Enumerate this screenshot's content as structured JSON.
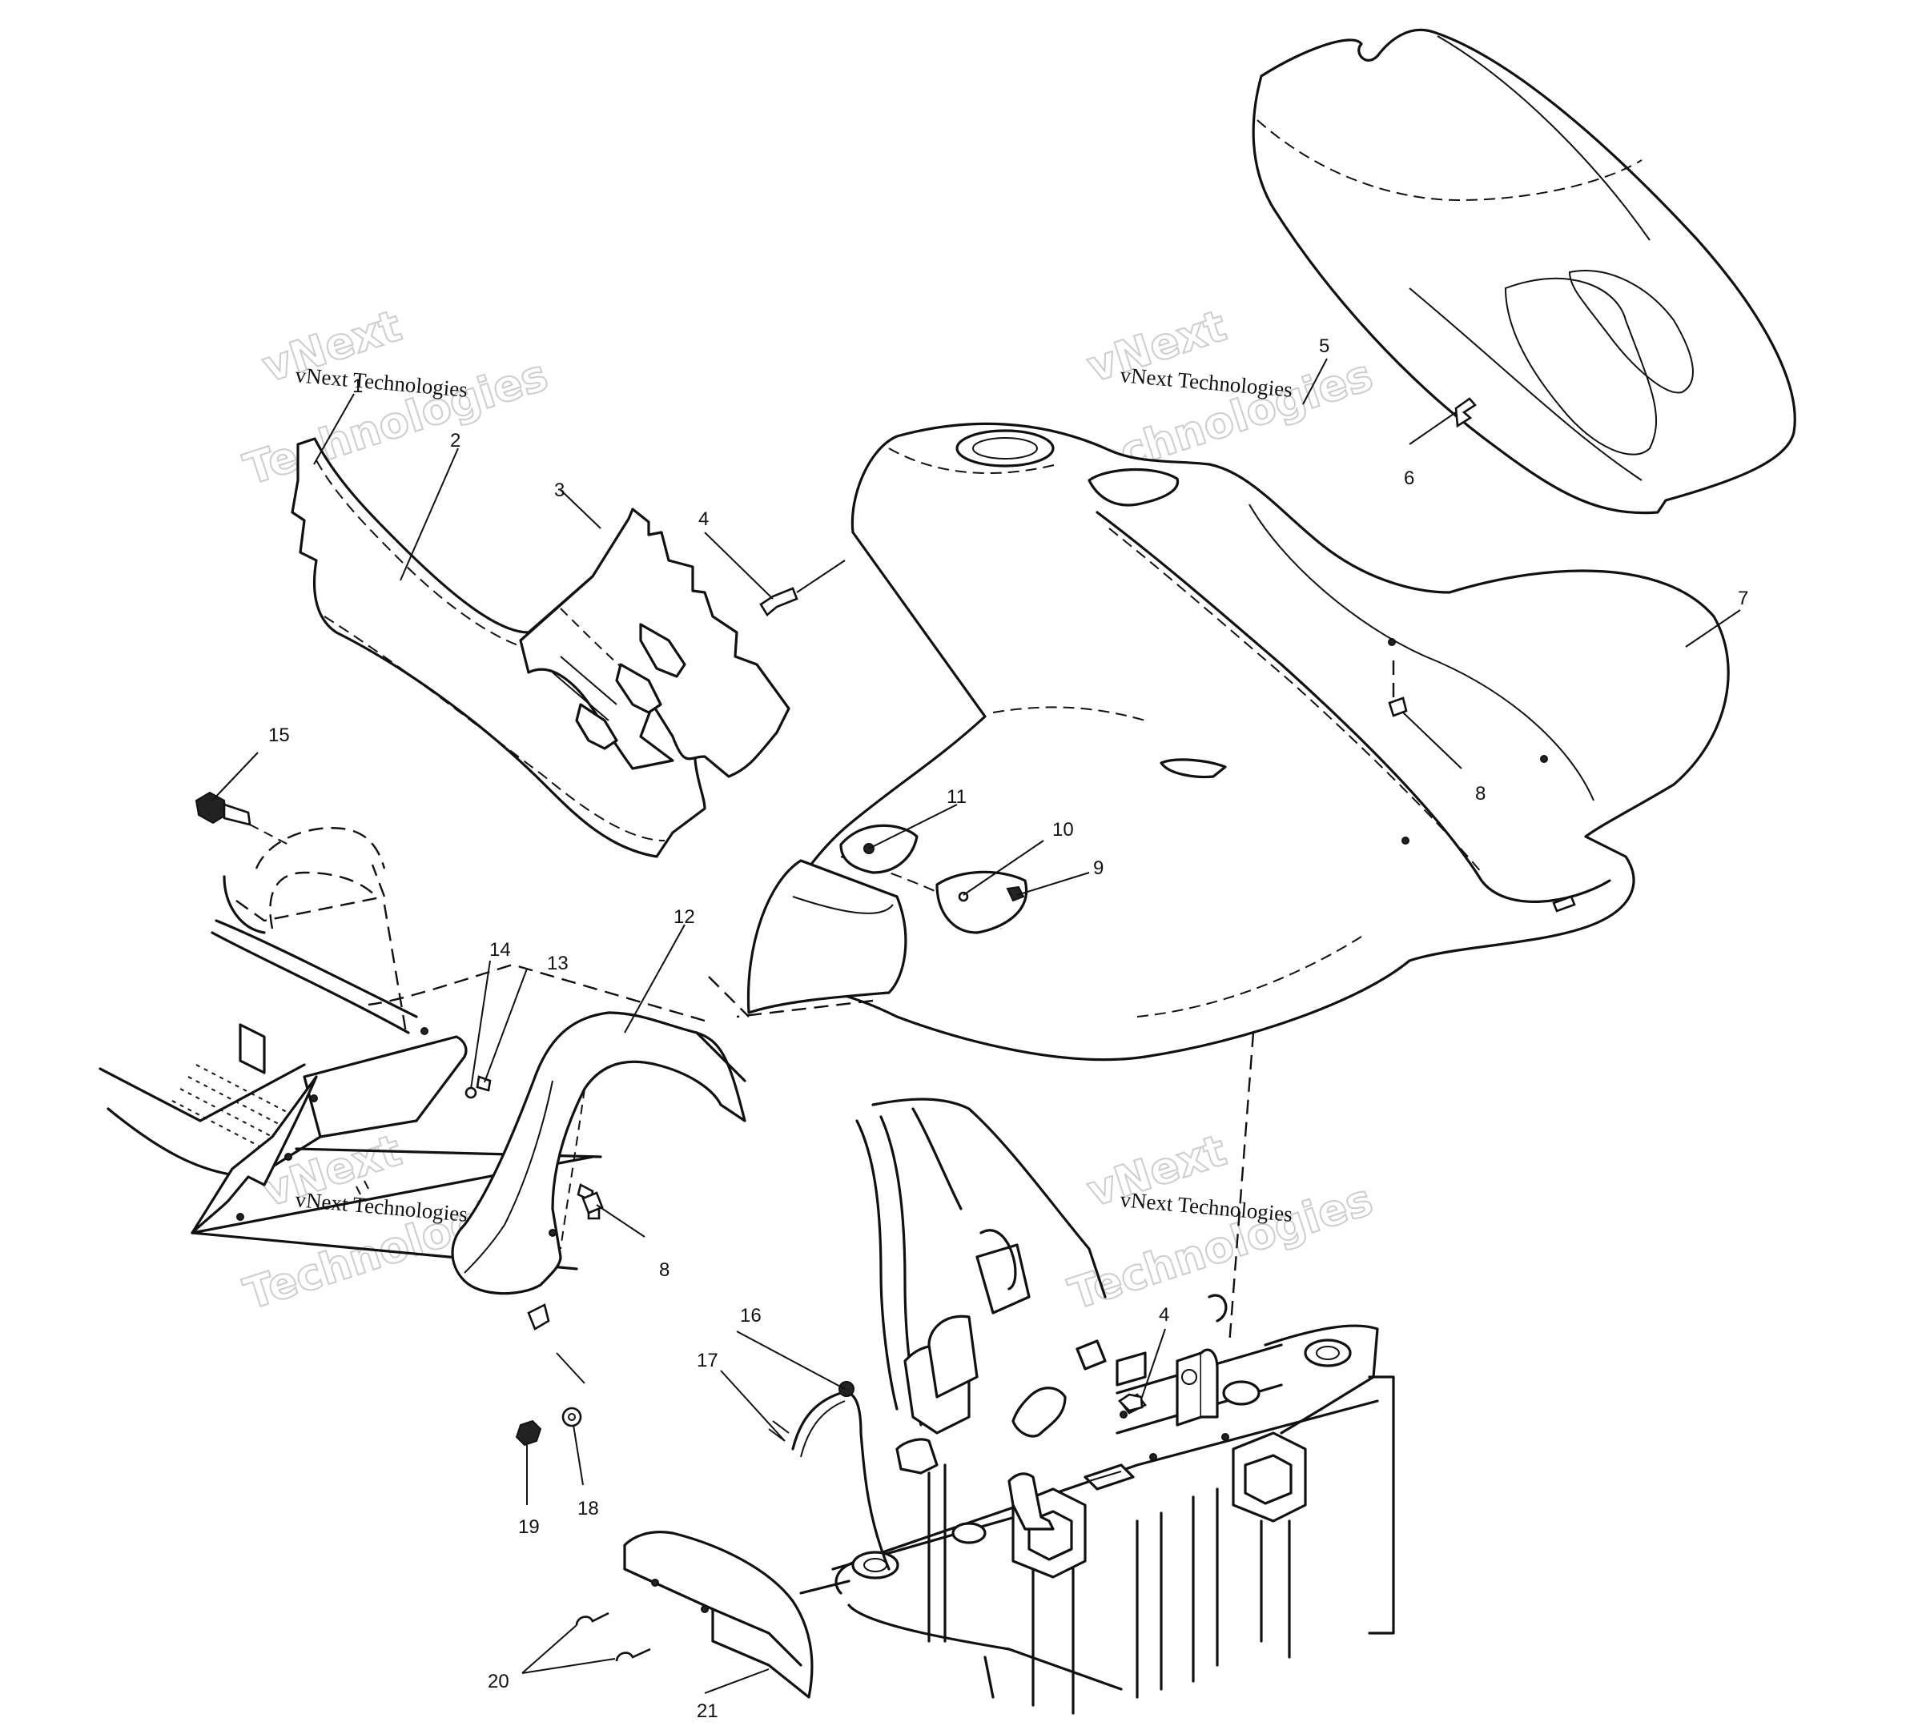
{
  "watermark": {
    "line1": "vNext",
    "line2": "Technologies",
    "caption": "vNext Technologies"
  },
  "callouts": {
    "c1": "1",
    "c2": "2",
    "c3": "3",
    "c4a": "4",
    "c4b": "4",
    "c5": "5",
    "c6": "6",
    "c7": "7",
    "c8a": "8",
    "c8b": "8",
    "c9": "9",
    "c10": "10",
    "c11": "11",
    "c12": "12",
    "c13": "13",
    "c14": "14",
    "c15": "15",
    "c16": "16",
    "c17": "17",
    "c18": "18",
    "c19": "19",
    "c20": "20",
    "c21": "21"
  }
}
